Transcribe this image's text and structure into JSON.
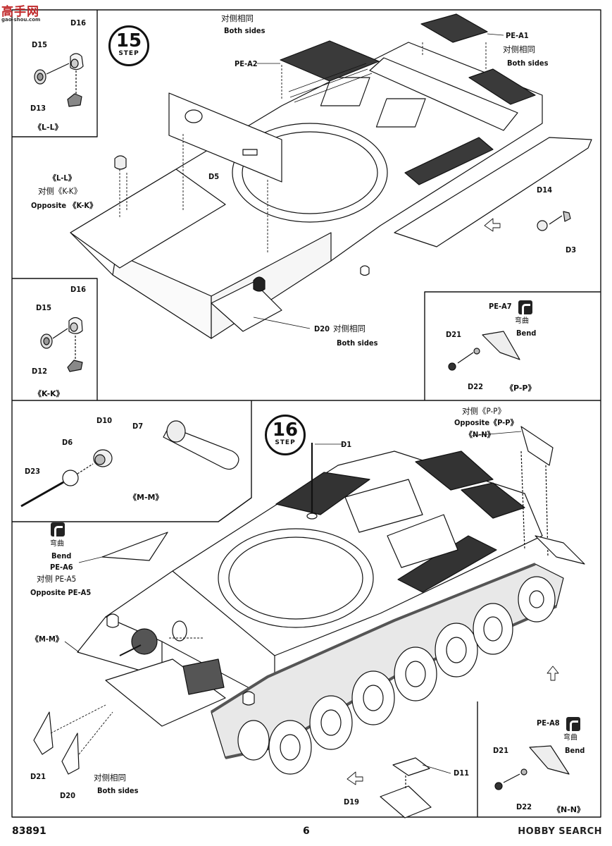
{
  "watermark": {
    "brand": "高手网",
    "site": "gao-shou.com"
  },
  "steps": {
    "step15": {
      "number": "15",
      "word": "STEP"
    },
    "step16": {
      "number": "16",
      "word": "STEP"
    }
  },
  "common": {
    "both_sides_cn": "对侧相同",
    "both_sides_en": "Both sides",
    "opposite_cn": "对侧",
    "opposite_en": "Opposite",
    "bend_cn": "弯曲",
    "bend_en": "Bend"
  },
  "parts": {
    "d1": "D1",
    "d3": "D3",
    "d5": "D5",
    "d6": "D6",
    "d7": "D7",
    "d10": "D10",
    "d11": "D11",
    "d12": "D12",
    "d13": "D13",
    "d14": "D14",
    "d15": "D15",
    "d16": "D16",
    "d19": "D19",
    "d20": "D20",
    "d21": "D21",
    "d22": "D22",
    "d23": "D23",
    "pe_a1": "PE-A1",
    "pe_a2": "PE-A2",
    "pe_a5": "PE-A5",
    "pe_a6": "PE-A6",
    "pe_a7": "PE-A7",
    "pe_a8": "PE-A8"
  },
  "refs": {
    "ll": "《L-L》",
    "kk": "《K-K》",
    "pp": "《P-P》",
    "nn": "《N-N》",
    "mm": "《M-M》",
    "opp_kk": "对侧《K-K》",
    "opp_kk_en": "Opposite 《K-K》",
    "opp_pp": "对侧《P-P》",
    "opp_pp_en": "Opposite《P-P》",
    "opp_pe_a5": "对侧 PE-A5",
    "opp_pe_a5_en": "Opposite PE-A5"
  },
  "footer": {
    "code": "83891",
    "page": "6",
    "brand": "HOBBY SEARCH"
  }
}
